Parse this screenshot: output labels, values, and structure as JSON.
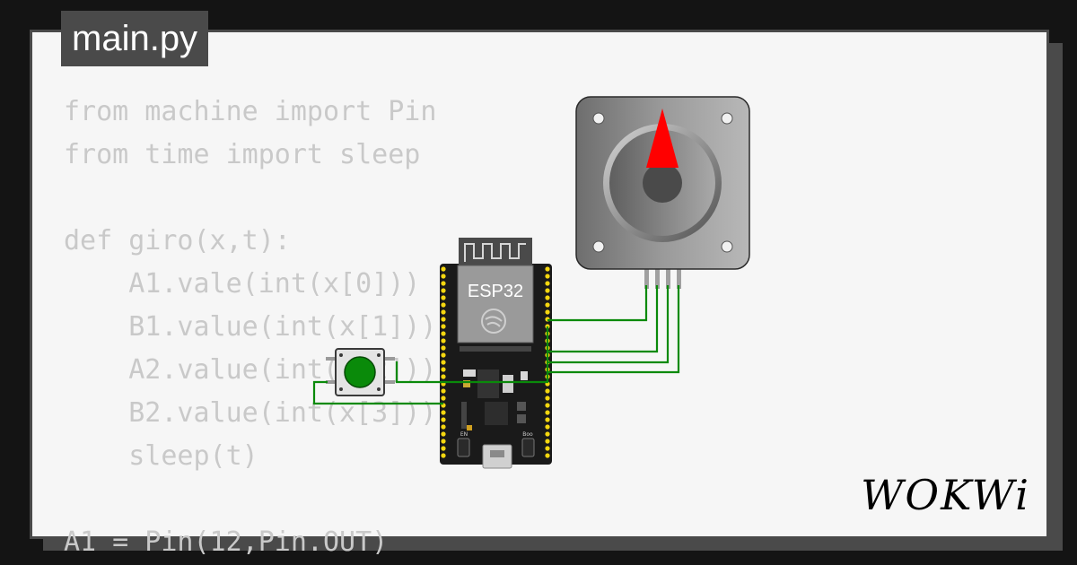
{
  "editor": {
    "file_name": "main.py",
    "code_lines": [
      "from machine import Pin",
      "from time import sleep",
      "",
      "def giro(x,t):",
      "    A1.vale(int(x[0]))",
      "    B1.value(int(x[1]))",
      "    A2.value(int(x[2]))",
      "    B2.value(int(x[3]))",
      "    sleep(t)",
      "",
      "A1 = Pin(12,Pin.OUT)"
    ]
  },
  "board": {
    "label": "ESP32",
    "color": "#1a1a1a",
    "pin_color": "#f5d70f",
    "button_labels": [
      "EN",
      "Boo"
    ]
  },
  "components": {
    "pushbutton_color": "#0a8a0a",
    "stepper_pointer_color": "#ff0000",
    "wire_color": "#0a8a0a"
  },
  "brand": {
    "logo_text": "WOKWi"
  }
}
